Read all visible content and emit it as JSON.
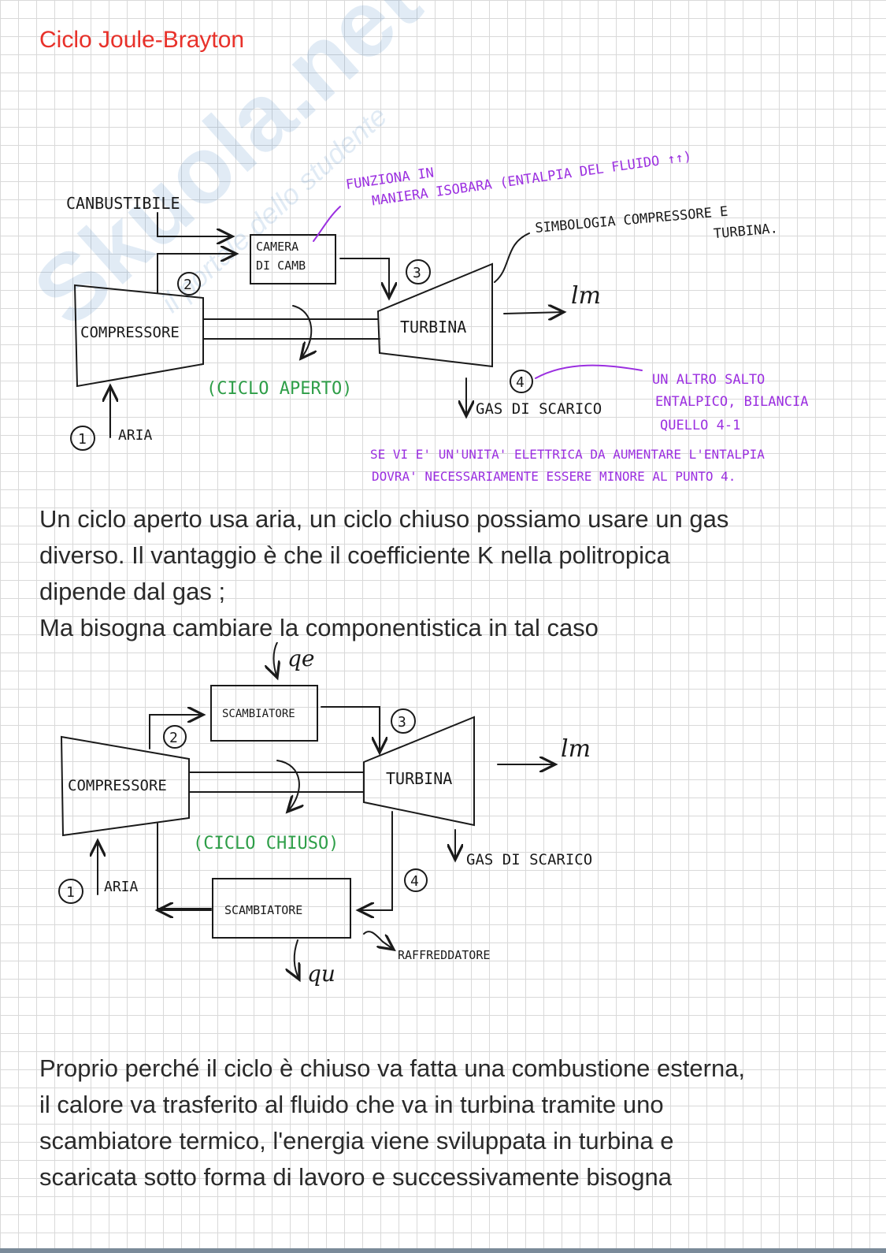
{
  "title": "Ciclo Joule-Brayton",
  "watermark": {
    "main": "Skuola.net",
    "sub": "il portale dello studente"
  },
  "diagram_open": {
    "combustibile": "CANBUSTIBILE",
    "camera_line1": "CAMERA",
    "camera_line2": "DI CAMB",
    "compressore": "COMPRESSORE",
    "turbina": "TURBINA",
    "point1": "1",
    "point2": "2",
    "point3": "3",
    "point4": "4",
    "aria": "ARIA",
    "lm": "lm",
    "gas_scarico": "GAS DI SCARICO",
    "ciclo": "(CICLO APERTO)",
    "note_camera_line1": "FUNZIONA IN",
    "note_camera_line2": "MANIERA ISOBARA (ENTALPIA DEL FLUIDO ↑↑)",
    "note_simbologia_line1": "SIMBOLOGIA COMPRESSORE E",
    "note_simbologia_line2": "TURBINA.",
    "note_salto_line1": "UN ALTRO SALTO",
    "note_salto_line2": "ENTALPICO, BILANCIA",
    "note_salto_line3": "QUELLO 4-1",
    "note_bottom_line1": "SE VI E' UN'UNITA' ELETTRICA DA AUMENTARE L'ENTALPIA",
    "note_bottom_line2": "DOVRA' NECESSARIAMENTE ESSERE MINORE AL PUNTO 4."
  },
  "para1": {
    "line1": "Un ciclo aperto usa aria, un ciclo chiuso possiamo usare un gas",
    "line2": "diverso. Il vantaggio è che il coefficiente K nella politropica",
    "line3": "dipende dal gas ;",
    "line4": "Ma bisogna cambiare la componentistica in tal caso"
  },
  "diagram_closed": {
    "qe": "qe",
    "scambiatore_top": "SCAMBIATORE",
    "compressore": "COMPRESSORE",
    "turbina": "TURBINA",
    "point1": "1",
    "point2": "2",
    "point3": "3",
    "point4": "4",
    "aria": "ARIA",
    "lm": "lm",
    "gas_scarico": "GAS DI SCARICO",
    "ciclo": "(CICLO CHIUSO)",
    "scambiatore_bottom": "SCAMBIATORE",
    "raffreddatore": "RAFFREDDATORE",
    "qu": "qu"
  },
  "para2": {
    "line1": "Proprio perché il ciclo è chiuso va fatta una combustione esterna,",
    "line2": "il calore va trasferito al fluido che va in turbina tramite uno",
    "line3": "scambiatore termico, l'energia viene sviluppata in turbina e",
    "line4": "scaricata sotto forma di lavoro e successivamente bisogna"
  },
  "colors": {
    "title": "#e8312a",
    "purple_ink": "#9b2fe0",
    "green_ink": "#2e9e48",
    "black_ink": "#1a1a1a"
  }
}
